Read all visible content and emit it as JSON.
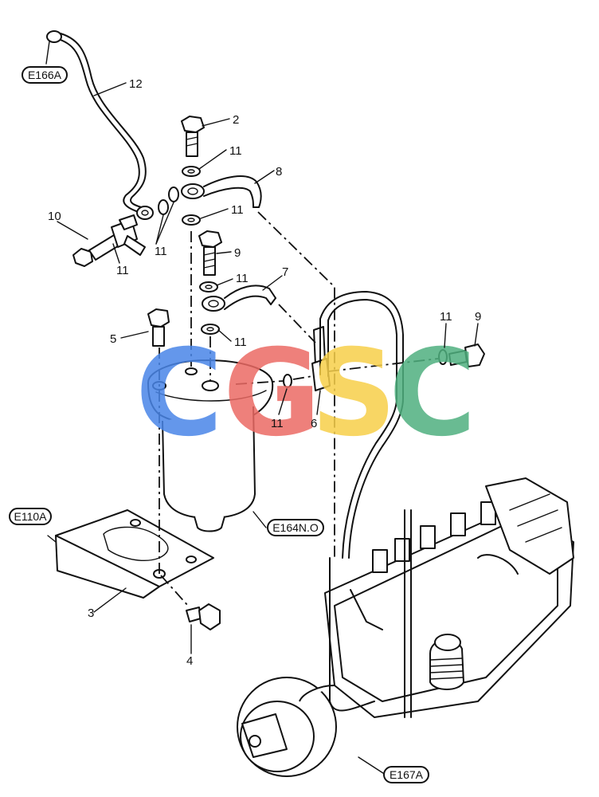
{
  "diagram": {
    "callouts": [
      {
        "id": "c12",
        "text": "12"
      },
      {
        "id": "c2",
        "text": "2"
      },
      {
        "id": "c11a",
        "text": "11"
      },
      {
        "id": "c8",
        "text": "8"
      },
      {
        "id": "c11b",
        "text": "11"
      },
      {
        "id": "c10",
        "text": "10"
      },
      {
        "id": "c11c",
        "text": "11"
      },
      {
        "id": "c11d",
        "text": "11"
      },
      {
        "id": "c9a",
        "text": "9"
      },
      {
        "id": "c11e",
        "text": "11"
      },
      {
        "id": "c7",
        "text": "7"
      },
      {
        "id": "c5",
        "text": "5"
      },
      {
        "id": "c11f",
        "text": "11"
      },
      {
        "id": "c11g",
        "text": "11"
      },
      {
        "id": "c9b",
        "text": "9"
      },
      {
        "id": "c11h",
        "text": "11"
      },
      {
        "id": "c6",
        "text": "6"
      },
      {
        "id": "c3",
        "text": "3"
      },
      {
        "id": "c4",
        "text": "4"
      }
    ],
    "references": {
      "e166a": "E166A",
      "e110a": "E110A",
      "e164": "E164N.O",
      "e167a": "E167A"
    }
  },
  "watermark": {
    "letters": [
      "C",
      "G",
      "S",
      "C"
    ],
    "colors": [
      "#4a86e8",
      "#ec6a64",
      "#f7cf4a",
      "#4fb07f"
    ]
  }
}
